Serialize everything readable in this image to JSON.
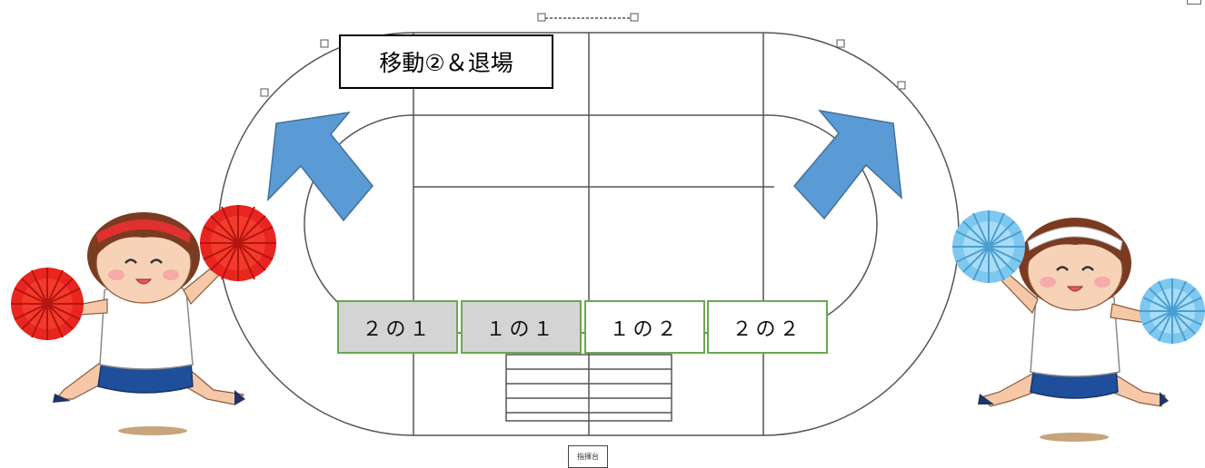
{
  "diagram": {
    "title": "移動②＆退場",
    "classes": [
      {
        "label": "２の１",
        "fill": "grey"
      },
      {
        "label": "１の１",
        "fill": "grey"
      },
      {
        "label": "１の２",
        "fill": "white"
      },
      {
        "label": "２の２",
        "fill": "white"
      }
    ],
    "stand_label": "指揮台",
    "colors": {
      "arrow": "#5b9bd5",
      "arrow_border": "#41719c",
      "class_border": "#6aa84f",
      "class_grey": "#d4d4d4",
      "track_line": "#555555",
      "pompom_red": "#e8261f",
      "pompom_blue": "#7ec8f0",
      "headband_red": "#e03030",
      "headband_white": "#ffffff"
    },
    "arrows": [
      {
        "name": "left-exit-arrow",
        "direction": "up-left"
      },
      {
        "name": "right-exit-arrow",
        "direction": "up-right"
      }
    ],
    "illustrations": [
      {
        "name": "cheerleader-red",
        "pompom_color": "red"
      },
      {
        "name": "cheerleader-blue",
        "pompom_color": "blue"
      }
    ]
  }
}
